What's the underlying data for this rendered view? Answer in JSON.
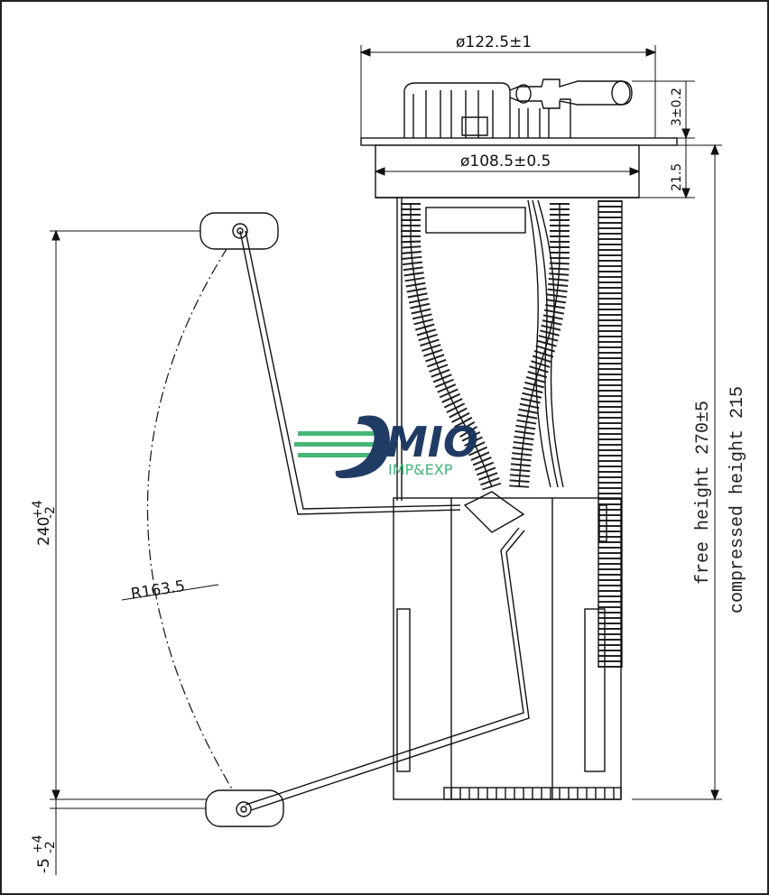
{
  "dimensions": {
    "flange_diameter": "ø122.5±1",
    "neck_diameter": "ø108.5±0.5",
    "flange_top_height": "3±0.2",
    "flange_thickness": "21.5",
    "float_arm_travel": "240",
    "float_arm_travel_tol_upper": "+4",
    "float_arm_travel_tol_lower": "-2",
    "float_low_offset": "-5",
    "float_low_offset_tol_upper": "+4",
    "float_low_offset_tol_lower": "-2",
    "float_arm_radius": "R163.5"
  },
  "notes": {
    "free_height": "free height 270±5",
    "compressed_height": "compressed height 215"
  },
  "logo": {
    "wordmark": "MIO",
    "subtitle": "IMP&EXP",
    "color_primary": "#16325c",
    "color_accent": "#3cb371"
  },
  "colors": {
    "line": "#111111",
    "background": "#ffffff"
  }
}
